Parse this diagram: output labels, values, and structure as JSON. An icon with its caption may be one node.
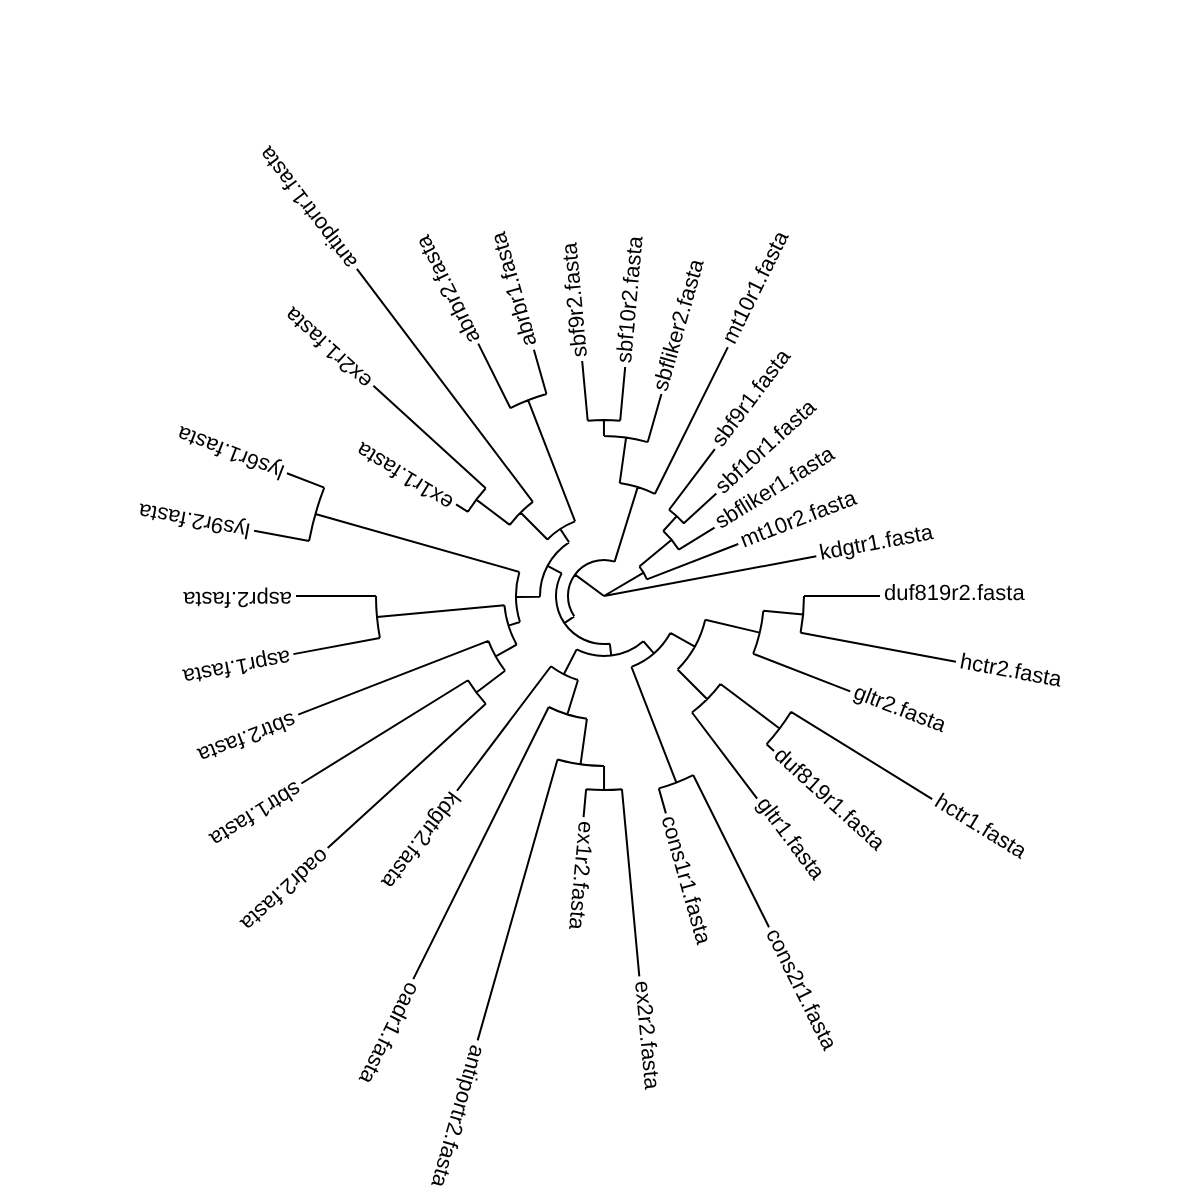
{
  "diagram": {
    "labels": [
      "kdgtr1.fasta",
      "mt10r2.fasta",
      "sbfliker1.fasta",
      "sbf10r1.fasta",
      "sbf9r1.fasta",
      "mt10r1.fasta",
      "sbfliker2.fasta",
      "sbf10r2.fasta",
      "sbf9r2.fasta",
      "abrbr1.fasta",
      "abrbr2.fasta",
      "antiportr1.fasta",
      "ex2r1.fasta",
      "ex1r1.fasta",
      "lys6r1.fasta",
      "lys9r2.fasta",
      "aspr2.fasta",
      "aspr1.fasta",
      "sbtr2.fasta",
      "sbtr1.fasta",
      "oadr2.fasta",
      "kdgtr2.fasta",
      "oadr1.fasta",
      "antiportr2.fasta",
      "ex1r2.fasta",
      "ex2r2.fasta",
      "cons1r1.fasta",
      "cons2r1.fasta",
      "gltr1.fasta",
      "duf819r1.fasta",
      "hctr1.fasta",
      "gltr2.fasta",
      "hctr2.fasta",
      "duf819r2.fasta"
    ]
  }
}
